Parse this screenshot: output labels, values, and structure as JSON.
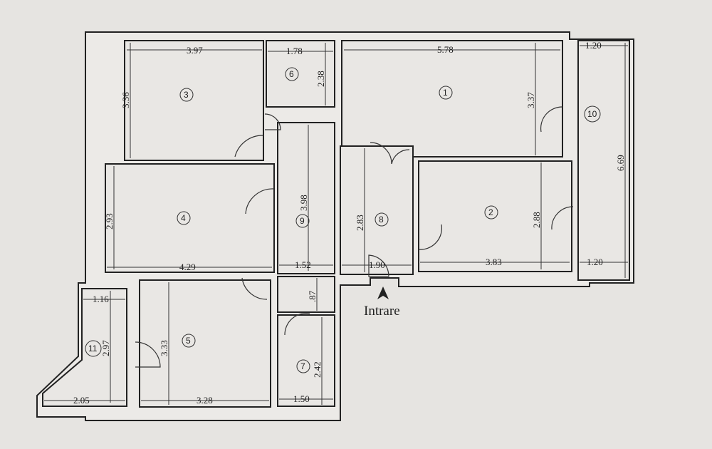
{
  "rooms": [
    "1",
    "2",
    "3",
    "4",
    "5",
    "6",
    "7",
    "8",
    "9",
    "10",
    "11"
  ],
  "dimensions": {
    "r3_w": "3.97",
    "r3_h": "3.36",
    "r6_w": "1.78",
    "r6_h": "2.38",
    "r1_w": "5.78",
    "r1_h": "3.37",
    "r10_w": "1.20",
    "r10_h": "6.69",
    "r10_w2": "1.20",
    "r4_h": "2.93",
    "r4_w": "4.29",
    "r9_h": "3.98",
    "r9_w": "1.52",
    "r8_h": "2.83",
    "r8_w": "1.90",
    "r2_h": "2.88",
    "r2_w": "3.83",
    "hall_h": ".87",
    "r11_w": "1.16",
    "r11_h": "2.97",
    "r11_w2": "2.05",
    "r5_h": "3.33",
    "r5_w": "3.28",
    "r7_h": "2.42",
    "r7_w": "1.50"
  },
  "entrance": {
    "label": "Intrare",
    "icon": "arrow-up-icon"
  }
}
